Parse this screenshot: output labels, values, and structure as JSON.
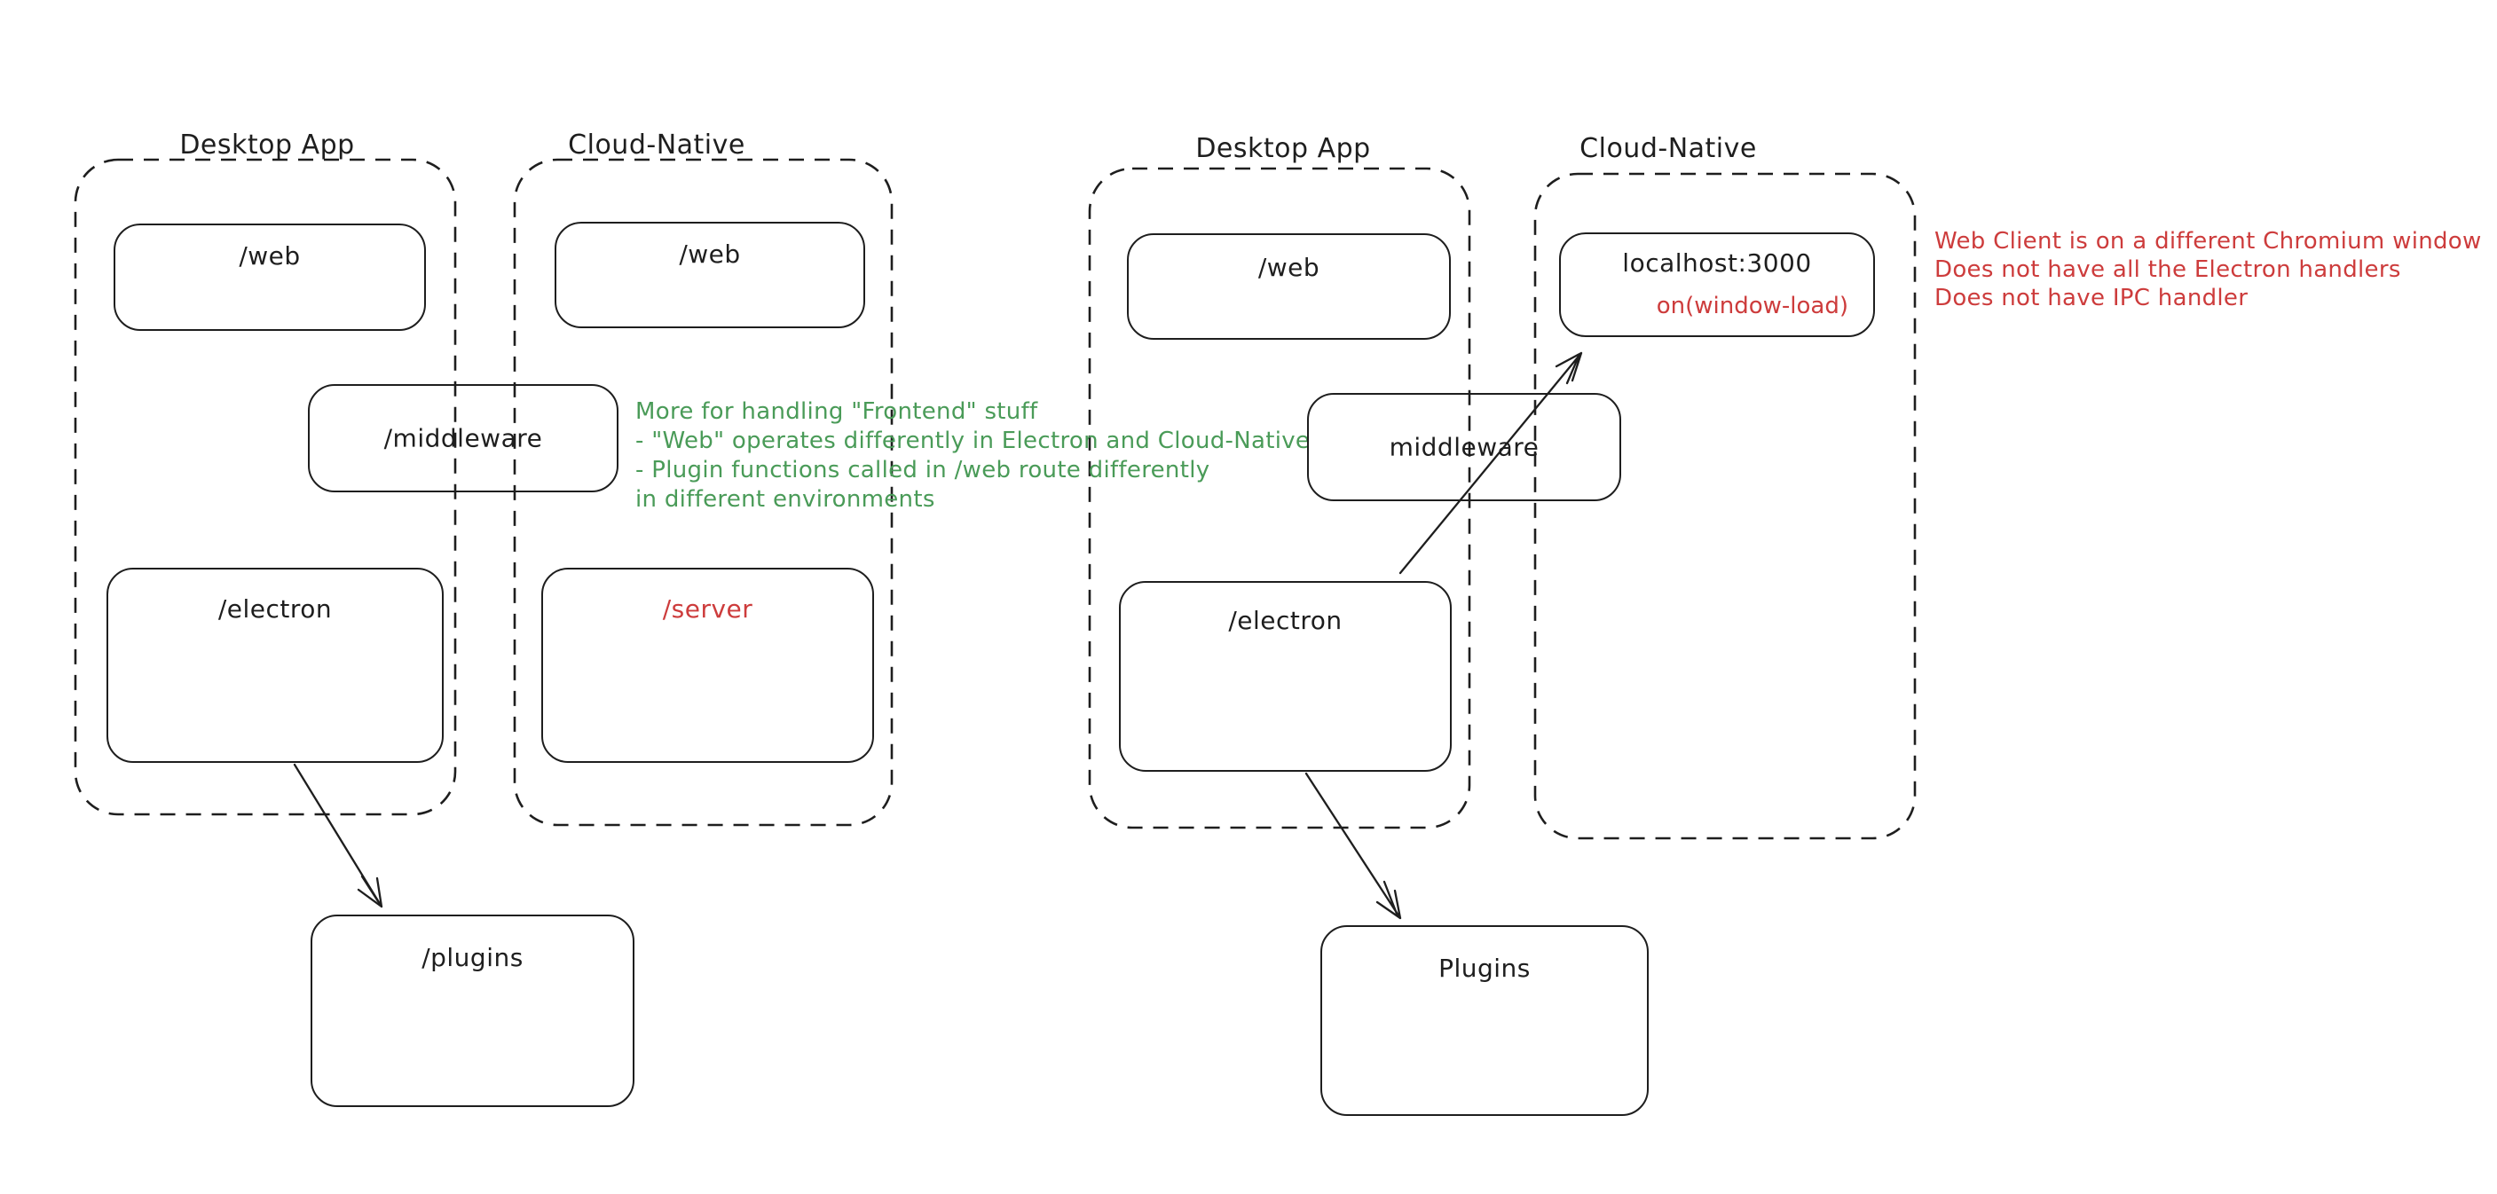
{
  "colors": {
    "stroke": "#1e1e1e",
    "green": "#4a9b58",
    "red": "#cd3c3c",
    "background": "#ffffff"
  },
  "left_diagram": {
    "desktop_label": "Desktop App",
    "cloud_label": "Cloud-Native",
    "desktop_web": "/web",
    "cloud_web": "/web",
    "middleware": "/middleware",
    "electron": "/electron",
    "server": "/server",
    "plugins": "/plugins",
    "green_note": [
      "More for handling \"Frontend\" stuff",
      "- \"Web\" operates differently in Electron and Cloud-Native",
      "- Plugin functions called in /web route differently",
      "in different environments"
    ]
  },
  "right_diagram": {
    "desktop_label": "Desktop App",
    "cloud_label": "Cloud-Native",
    "desktop_web": "/web",
    "localhost": "localhost:3000",
    "window_load": "on(window-load)",
    "middleware": "middleware",
    "electron": "/electron",
    "plugins": "Plugins",
    "red_note": [
      "Web Client is on a different Chromium window",
      "Does not have all the Electron handlers",
      "Does not have IPC handler"
    ]
  }
}
